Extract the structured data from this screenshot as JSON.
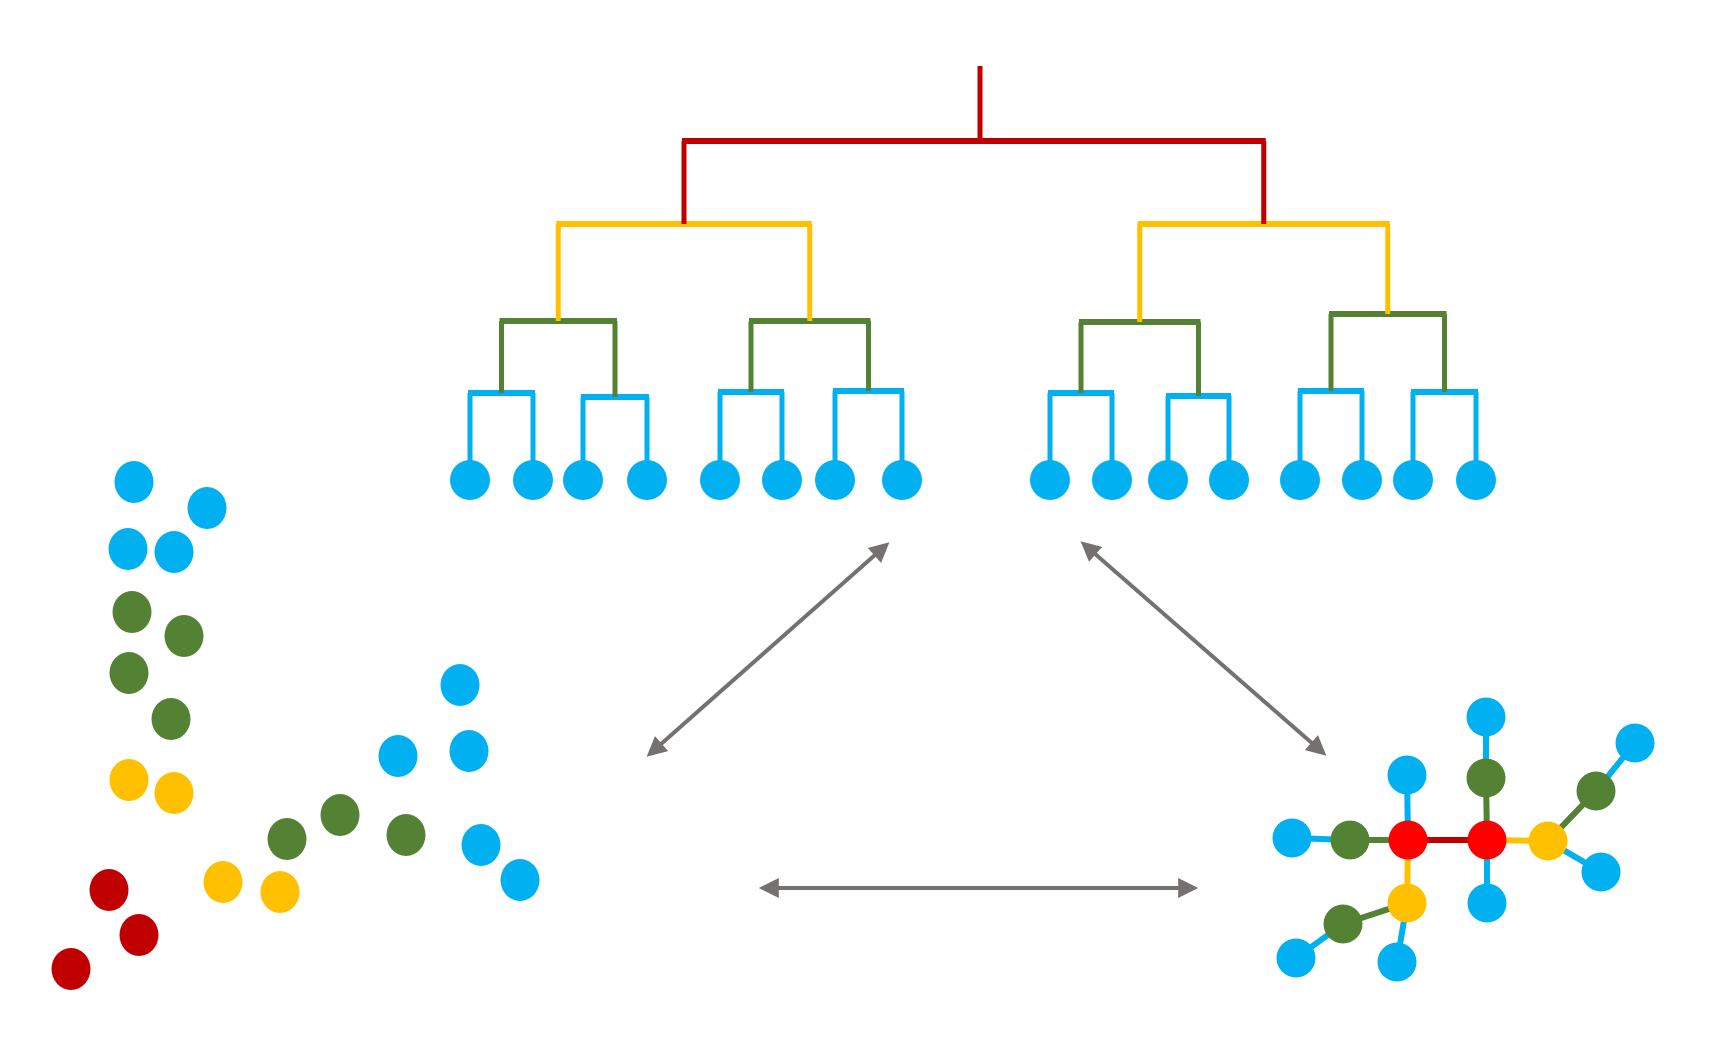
{
  "colors": {
    "level1_root": "#C00000",
    "level2": "#FFC000",
    "level3": "#548235",
    "level4_leaf": "#00B0F0",
    "graph_core": "#FF0000",
    "arrow": "#767171",
    "background": "#FFFFFF"
  },
  "dendrogram": {
    "root": {
      "level": "root",
      "children": [
        {
          "level": "l2",
          "children": [
            {
              "level": "l3",
              "children": [
                {
                  "level": "l4",
                  "leaves": 2
                },
                {
                  "level": "l4",
                  "leaves": 2
                }
              ]
            },
            {
              "level": "l3",
              "children": [
                {
                  "level": "l4",
                  "leaves": 2
                },
                {
                  "level": "l4",
                  "leaves": 2
                }
              ]
            }
          ]
        },
        {
          "level": "l2",
          "children": [
            {
              "level": "l3",
              "children": [
                {
                  "level": "l4",
                  "leaves": 2
                },
                {
                  "level": "l4",
                  "leaves": 2
                }
              ]
            },
            {
              "level": "l3",
              "children": [
                {
                  "level": "l4",
                  "leaves": 2
                },
                {
                  "level": "l4",
                  "leaves": 2
                }
              ]
            }
          ]
        }
      ]
    },
    "leaf_count": 16
  },
  "scatter": {
    "clusters": [
      {
        "color_key": "level4_leaf",
        "count": 4,
        "group": "left-column-blue"
      },
      {
        "color_key": "level3",
        "count": 4,
        "group": "left-column-green"
      },
      {
        "color_key": "level2",
        "count": 2,
        "group": "left-column-yellow"
      },
      {
        "color_key": "level1_root",
        "count": 3,
        "group": "bottom-left-red"
      },
      {
        "color_key": "level2",
        "count": 2,
        "group": "middle-yellow"
      },
      {
        "color_key": "level3",
        "count": 3,
        "group": "middle-green"
      },
      {
        "color_key": "level4_leaf",
        "count": 5,
        "group": "right-blue"
      }
    ]
  },
  "graph": {
    "nodes": [
      {
        "id": "r1",
        "color_key": "graph_core"
      },
      {
        "id": "r2",
        "color_key": "graph_core"
      },
      {
        "id": "g_left",
        "color_key": "level3"
      },
      {
        "id": "b_left",
        "color_key": "level4_leaf"
      },
      {
        "id": "b_top1",
        "color_key": "level4_leaf"
      },
      {
        "id": "y_down",
        "color_key": "level2"
      },
      {
        "id": "g_dl",
        "color_key": "level3"
      },
      {
        "id": "b_dl",
        "color_key": "level4_leaf"
      },
      {
        "id": "b_dy",
        "color_key": "level4_leaf"
      },
      {
        "id": "g_up",
        "color_key": "level3"
      },
      {
        "id": "b_top2",
        "color_key": "level4_leaf"
      },
      {
        "id": "b_down2",
        "color_key": "level4_leaf"
      },
      {
        "id": "y_right",
        "color_key": "level2"
      },
      {
        "id": "g_ur",
        "color_key": "level3"
      },
      {
        "id": "b_ur",
        "color_key": "level4_leaf"
      },
      {
        "id": "b_rr",
        "color_key": "level4_leaf"
      }
    ],
    "edges": [
      {
        "from": "r1",
        "to": "r2",
        "color_key": "level1_root"
      },
      {
        "from": "r1",
        "to": "g_left",
        "color_key": "level3"
      },
      {
        "from": "g_left",
        "to": "b_left",
        "color_key": "level4_leaf"
      },
      {
        "from": "r1",
        "to": "b_top1",
        "color_key": "level4_leaf"
      },
      {
        "from": "r1",
        "to": "y_down",
        "color_key": "level2"
      },
      {
        "from": "y_down",
        "to": "g_dl",
        "color_key": "level3"
      },
      {
        "from": "g_dl",
        "to": "b_dl",
        "color_key": "level4_leaf"
      },
      {
        "from": "y_down",
        "to": "b_dy",
        "color_key": "level4_leaf"
      },
      {
        "from": "r2",
        "to": "g_up",
        "color_key": "level3"
      },
      {
        "from": "g_up",
        "to": "b_top2",
        "color_key": "level4_leaf"
      },
      {
        "from": "r2",
        "to": "b_down2",
        "color_key": "level4_leaf"
      },
      {
        "from": "r2",
        "to": "y_right",
        "color_key": "level2"
      },
      {
        "from": "y_right",
        "to": "g_ur",
        "color_key": "level3"
      },
      {
        "from": "g_ur",
        "to": "b_ur",
        "color_key": "level4_leaf"
      },
      {
        "from": "y_right",
        "to": "b_rr",
        "color_key": "level4_leaf"
      }
    ]
  },
  "arrows": [
    {
      "id": "dendrogram-scatter",
      "between": [
        "dendrogram",
        "scatter"
      ],
      "bidirectional": true
    },
    {
      "id": "dendrogram-graph",
      "between": [
        "dendrogram",
        "graph"
      ],
      "bidirectional": true
    },
    {
      "id": "scatter-graph",
      "between": [
        "scatter",
        "graph"
      ],
      "bidirectional": true
    }
  ]
}
